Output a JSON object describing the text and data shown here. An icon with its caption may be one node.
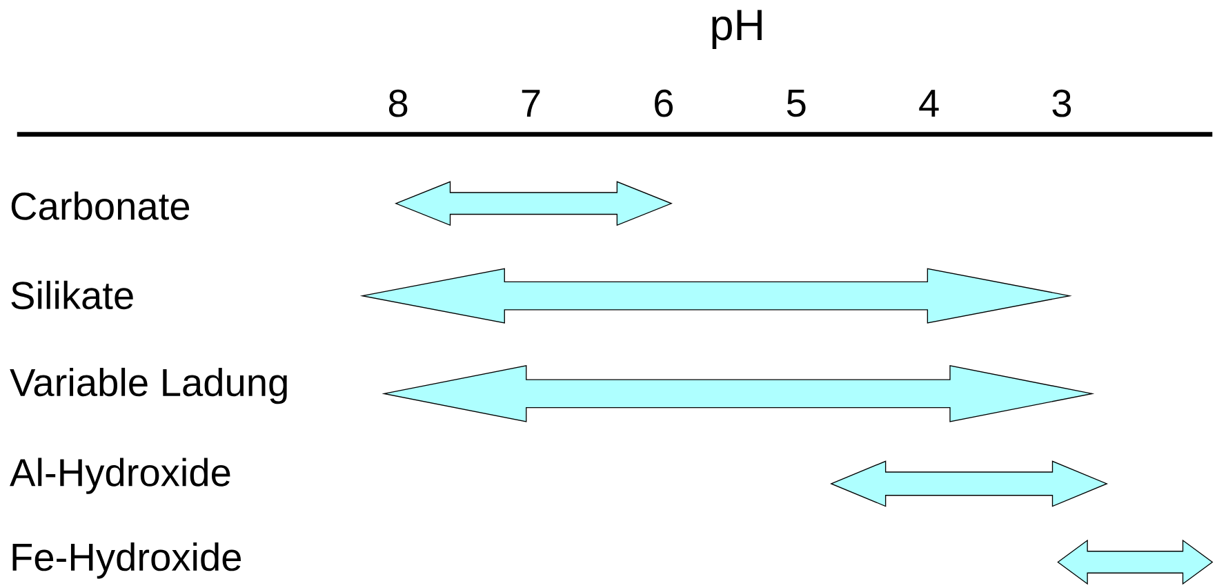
{
  "diagram": {
    "labels": [
      "pH",
      "8",
      "7",
      "6",
      "5",
      "4",
      "3",
      "Carbonate",
      "Silikate",
      "Variable Ladung",
      "Al-Hydroxide",
      "Fe-Hydroxide"
    ]
  }
}
